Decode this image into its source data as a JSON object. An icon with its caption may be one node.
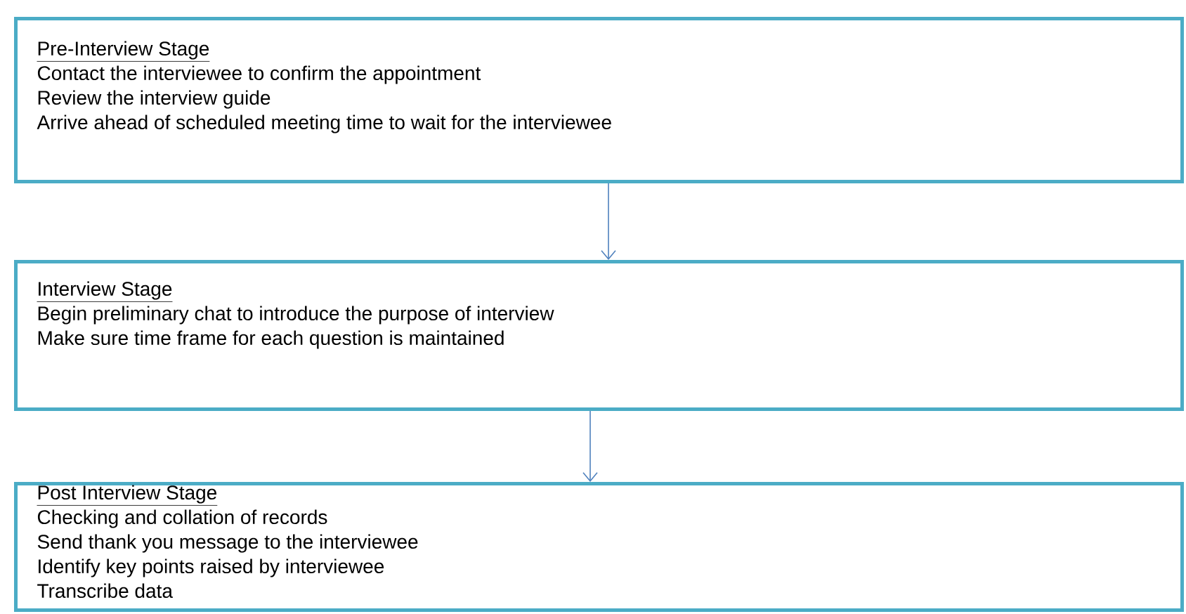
{
  "diagram": {
    "nodes": [
      {
        "text": [
          "Pre-Interview Stage",
          "Contact the interviewee to confirm the appointment",
          "Review the interview guide",
          "Arrive ahead of scheduled meeting time to wait for the interviewee"
        ]
      },
      {
        "text": [
          "Interview Stage",
          "Begin preliminary chat to introduce the purpose of interview",
          "Make sure time frame for each question is maintained"
        ]
      },
      {
        "text": [
          "Post Interview Stage",
          "Checking and collation of records",
          "Send thank you message to the interviewee",
          "Identify key points raised by interviewee",
          "Transcribe data"
        ]
      }
    ],
    "edges": [
      {
        "from": 0,
        "to": 1,
        "arrow": "to"
      },
      {
        "from": 1,
        "to": 2,
        "arrow": "to"
      }
    ]
  }
}
